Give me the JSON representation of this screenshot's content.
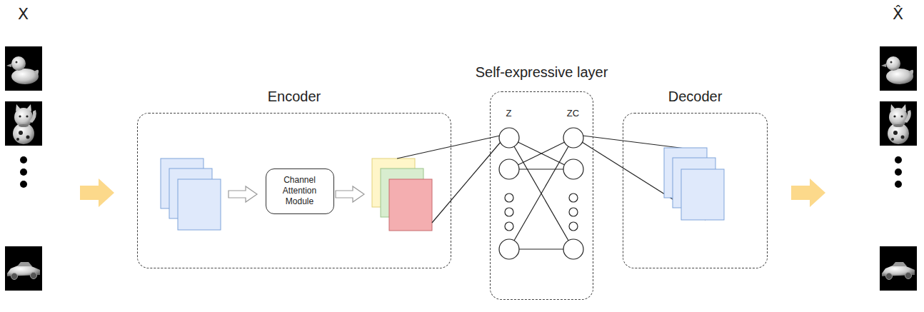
{
  "diagram": {
    "nodes": [
      {
        "text": [
          "Encoder"
        ]
      },
      {
        "text": [
          "Channel Attention Module"
        ],
        "in": 0
      },
      {
        "text": [
          "Self-expressive layer"
        ]
      },
      {
        "text": [
          "Z"
        ],
        "in": 2
      },
      {
        "text": [
          "ZC"
        ],
        "in": 2
      },
      {
        "text": [
          "Decoder"
        ]
      }
    ],
    "labels": [
      "X",
      "X̂"
    ]
  }
}
